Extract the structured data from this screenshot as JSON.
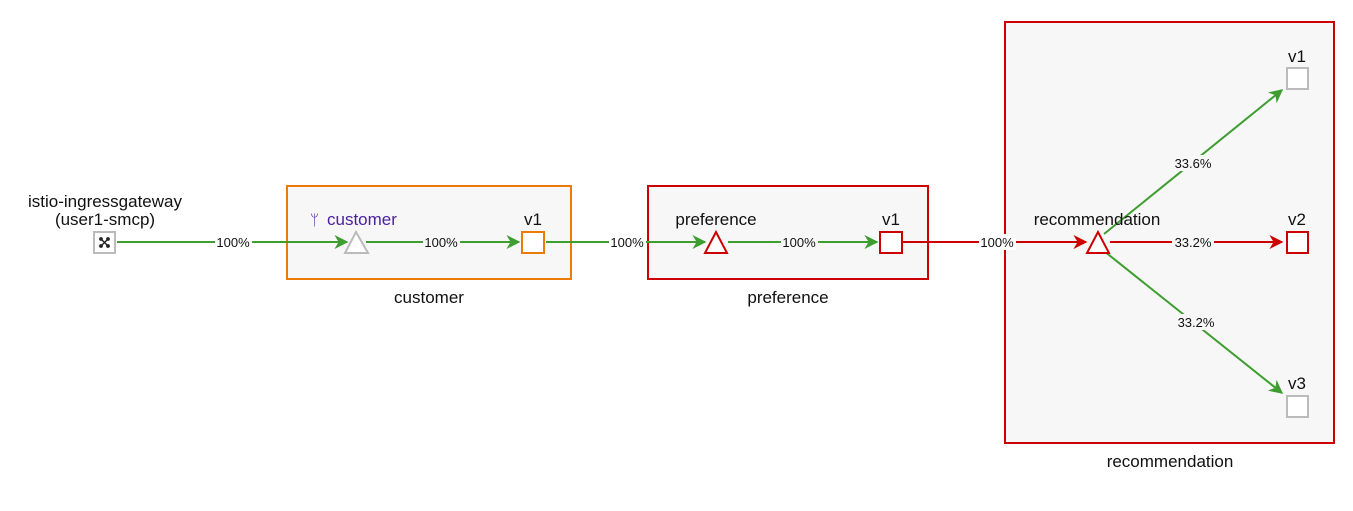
{
  "nodes": {
    "gateway": {
      "name": "istio-ingressgateway",
      "namespace": "(user1-smcp)"
    },
    "customer_service": {
      "label": "customer"
    },
    "customer_v1": {
      "label": "v1"
    },
    "preference_service": {
      "label": "preference"
    },
    "preference_v1": {
      "label": "v1"
    },
    "recommendation_service": {
      "label": "recommendation"
    },
    "recommendation_v1": {
      "label": "v1"
    },
    "recommendation_v2": {
      "label": "v2"
    },
    "recommendation_v3": {
      "label": "v3"
    }
  },
  "boxes": {
    "customer": "customer",
    "preference": "preference",
    "recommendation": "recommendation"
  },
  "edges": {
    "gateway_to_customer": "100%",
    "customer_to_v1": "100%",
    "customer_v1_to_preference": "100%",
    "preference_to_v1": "100%",
    "preference_v1_to_recommendation": "100%",
    "recommendation_to_v1": "33.6%",
    "recommendation_to_v2": "33.2%",
    "recommendation_to_v3": "33.2%"
  },
  "colors": {
    "healthy": "#3d9e2f",
    "error": "#cc0000",
    "warning": "#ec7a08",
    "idle": "#bbbbbb",
    "box_fill": "#f7f7f7",
    "service_label": "#4a1fa0"
  }
}
